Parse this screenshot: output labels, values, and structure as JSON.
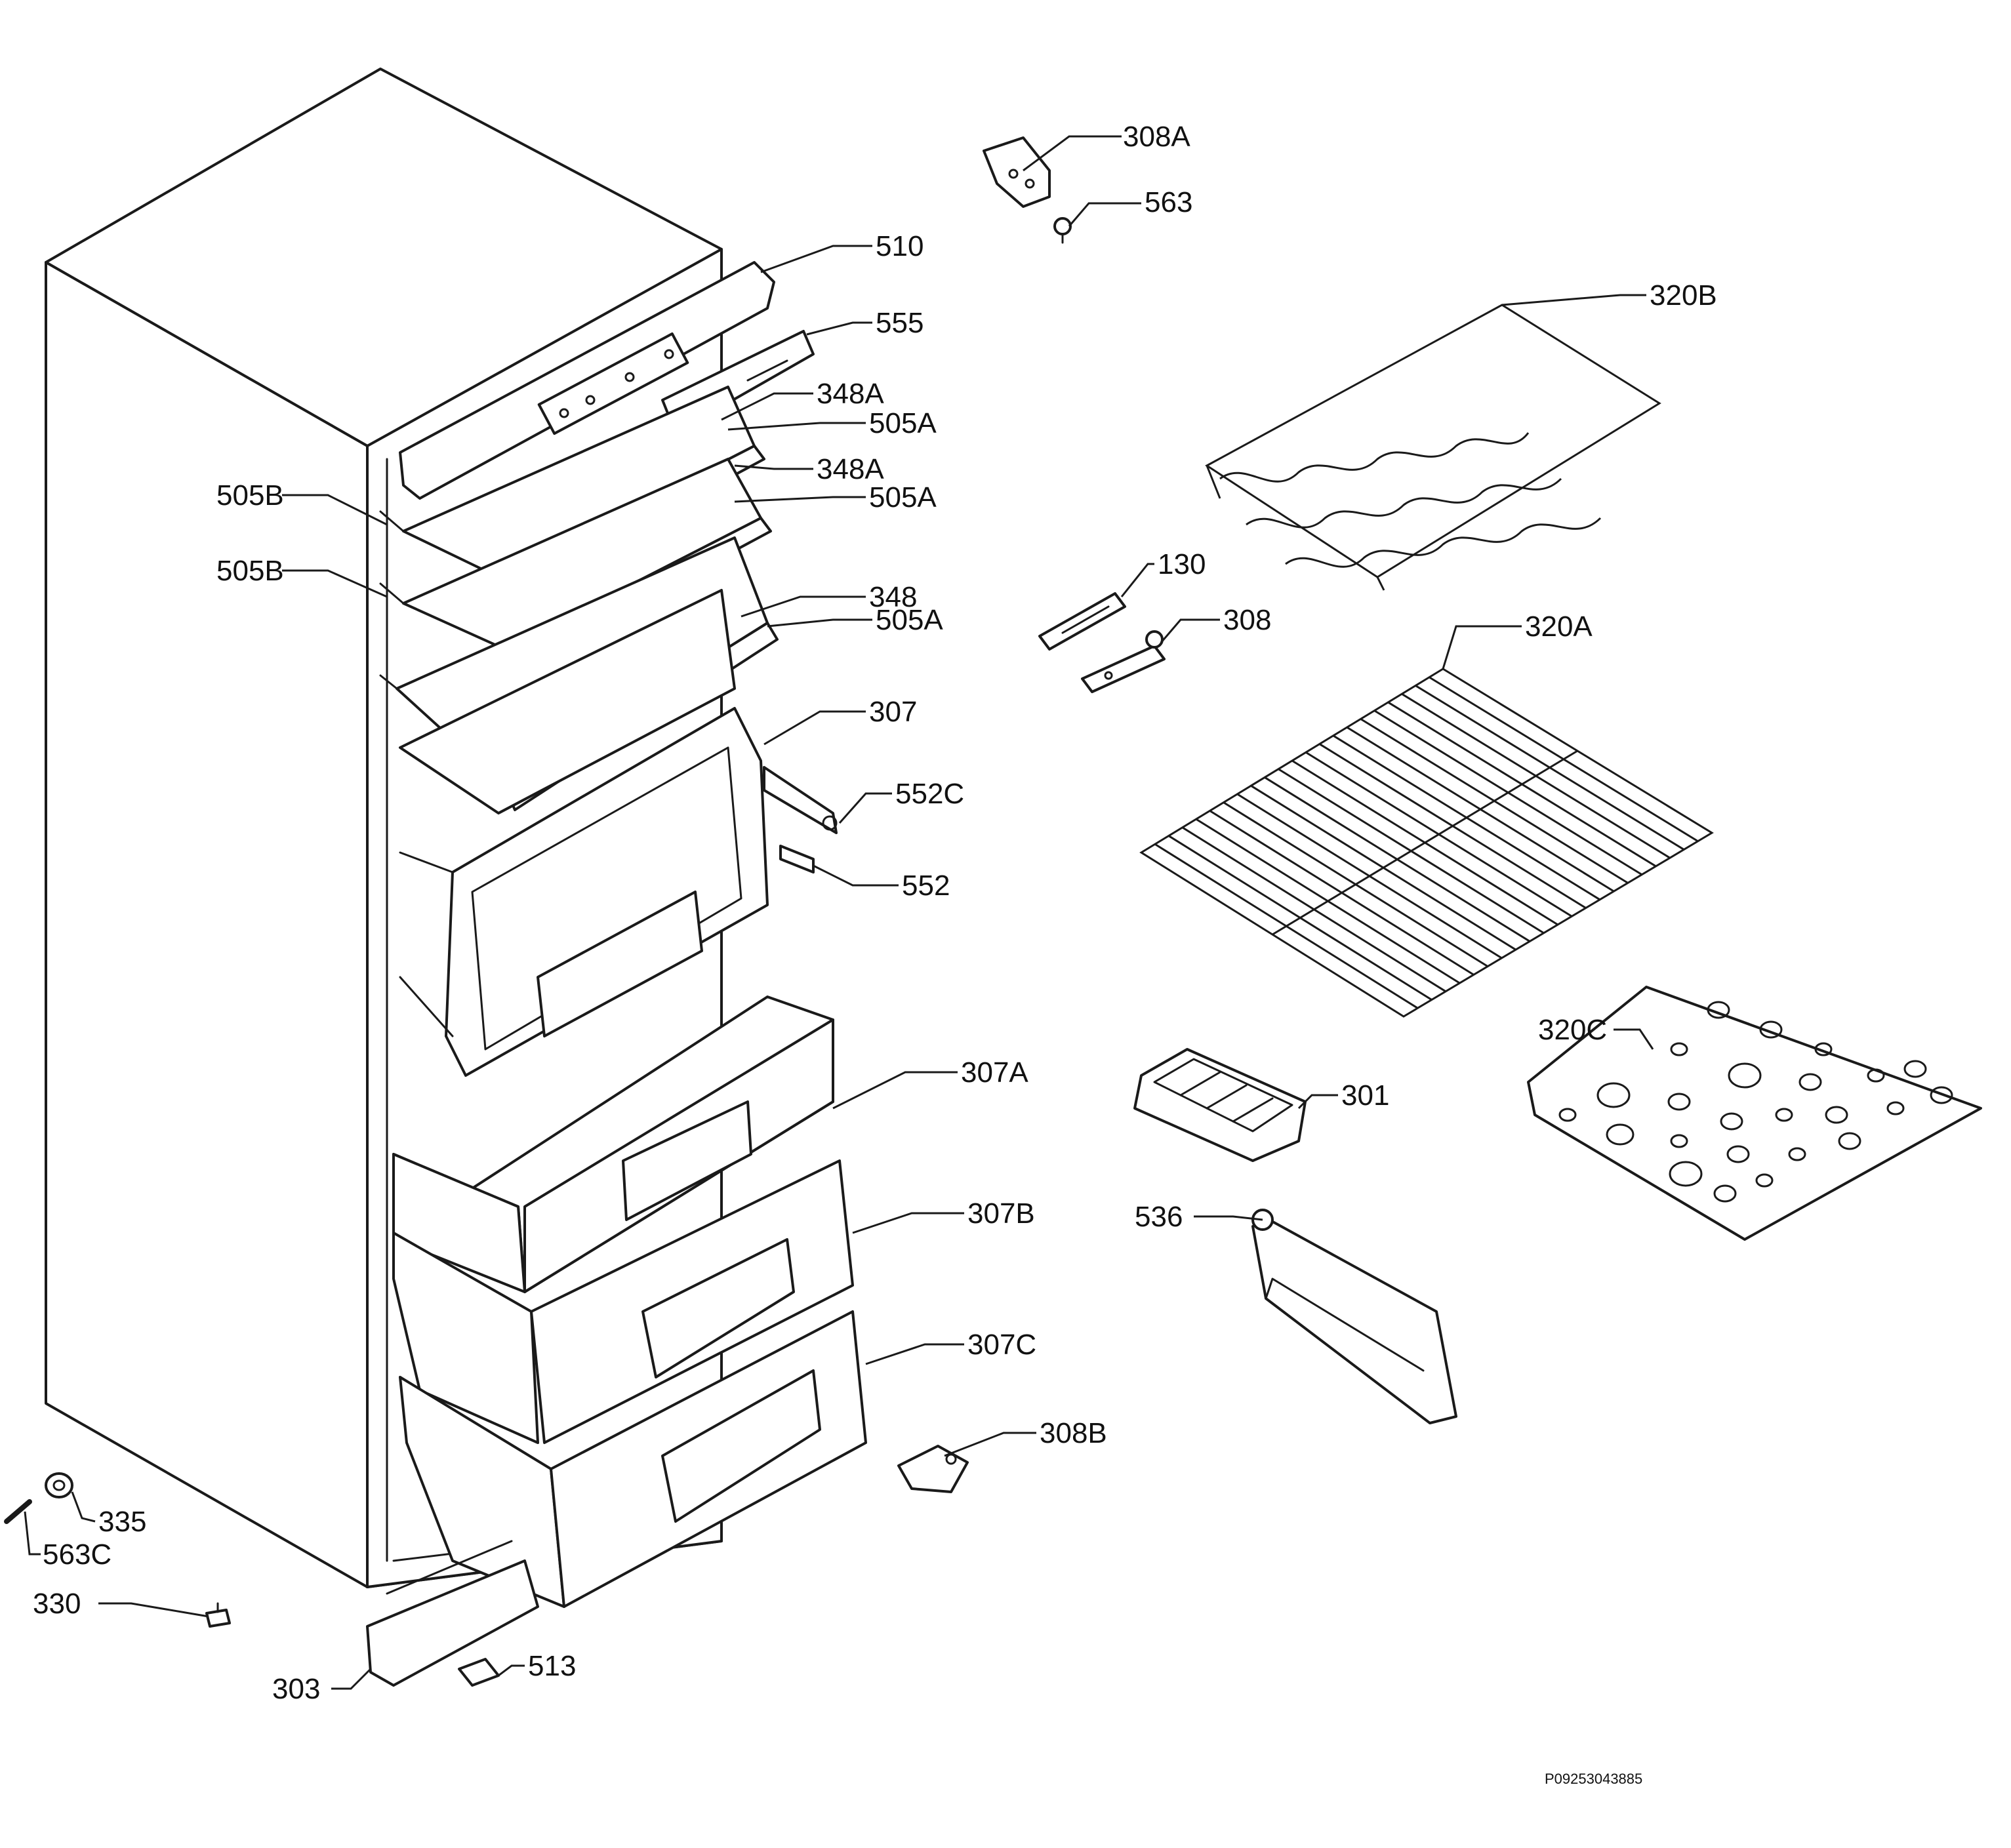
{
  "diagram": {
    "reference_code": "P09253043885",
    "labels": {
      "p308a": "308A",
      "p563": "563",
      "p510": "510",
      "p555": "555",
      "p348a_1": "348A",
      "p505a_1": "505A",
      "p505b_1": "505B",
      "p348a_2": "348A",
      "p505a_2": "505A",
      "p505b_2": "505B",
      "p348": "348",
      "p505a_3": "505A",
      "p307": "307",
      "p552c": "552C",
      "p552": "552",
      "p320b": "320B",
      "p130": "130",
      "p308": "308",
      "p320a": "320A",
      "p320c": "320C",
      "p301": "301",
      "p536": "536",
      "p307a": "307A",
      "p307b": "307B",
      "p307c": "307C",
      "p308b": "308B",
      "p335": "335",
      "p563c": "563C",
      "p330": "330",
      "p303": "303",
      "p513": "513"
    }
  }
}
